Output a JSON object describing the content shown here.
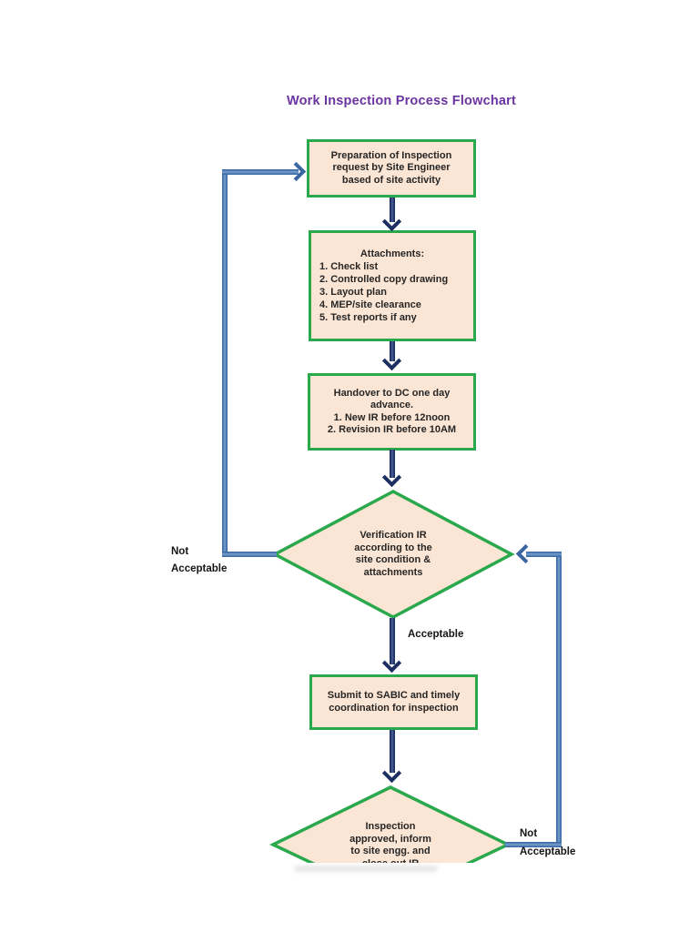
{
  "title": {
    "text": "Work Inspection Process Flowchart",
    "color": "#6b34a0"
  },
  "colors": {
    "node_fill": "#fbe5d4",
    "node_border": "#2aa84c",
    "flow_arrow": "#1c2f63",
    "loop_line": "#4f81bd",
    "node_text": "#262626",
    "page_background": "#ffffff"
  },
  "nodes": {
    "prepare": {
      "type": "process",
      "text": "Preparation of Inspection\nrequest by Site Engineer\nbased of site activity"
    },
    "attachments": {
      "type": "process",
      "heading": "Attachments:",
      "items": [
        "1. Check list",
        "2. Controlled copy drawing",
        "3. Layout plan",
        "4. MEP/site clearance",
        "5. Test reports if any"
      ]
    },
    "handover": {
      "type": "process",
      "text": "Handover to DC one day\nadvance.\n1. New IR before 12noon\n2. Revision IR before 10AM"
    },
    "verify": {
      "type": "decision",
      "text": "Verification IR\naccording to the\nsite condition &\nattachments"
    },
    "submit": {
      "type": "process",
      "text": "Submit to SABIC and timely\ncoordination for inspection"
    },
    "approve": {
      "type": "decision",
      "text": "Inspection\napproved, inform\nto site engg. and\nclose out IR"
    }
  },
  "labels": {
    "not_acceptable_left": "Not\nAcceptable",
    "acceptable": "Acceptable",
    "not_acceptable_right": "Not\nAcceptable"
  }
}
